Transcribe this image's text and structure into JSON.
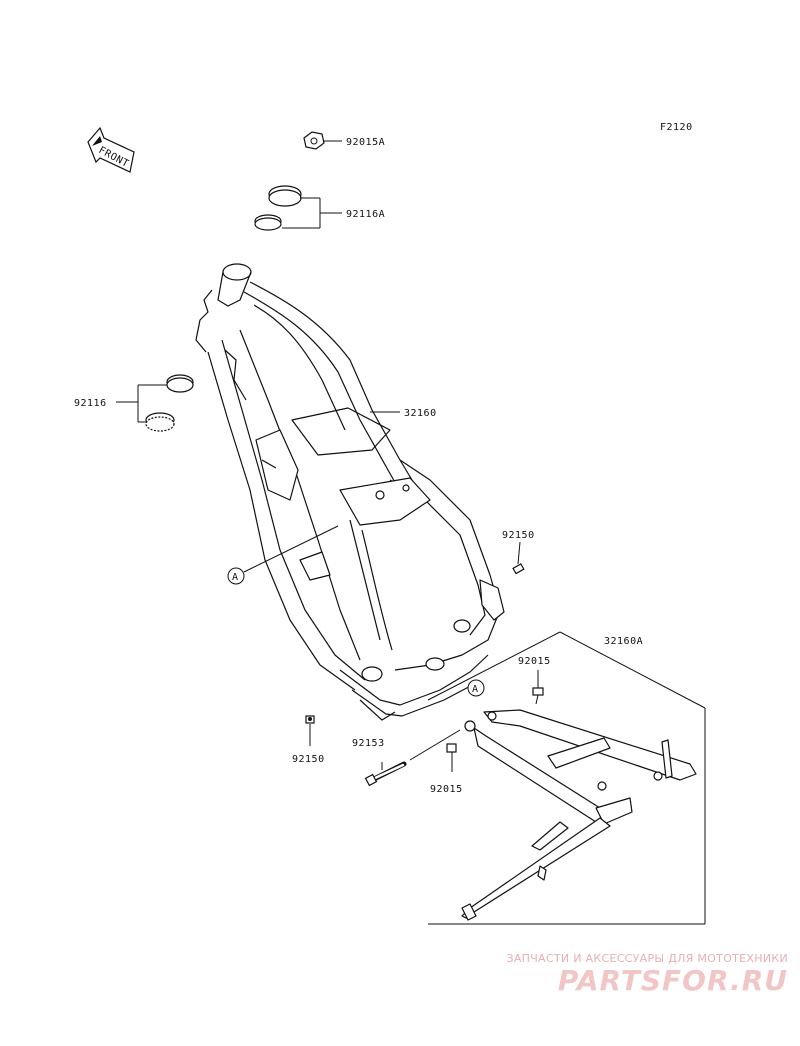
{
  "diagram_code": "F2120",
  "front_label": "FRONT",
  "callouts": {
    "nut_a": "92015A",
    "seal_a": "92116A",
    "seal_lower": "92116",
    "frame": "32160",
    "bolt_right": "92150",
    "bolt_left": "92150",
    "subframe": "32160A",
    "bolt_sub_top": "92015",
    "bolt_sub_bottom": "92015",
    "long_bolt": "92153",
    "ref_a_main": "A",
    "ref_a_sub": "A"
  },
  "watermark": {
    "tagline": "ЗАПЧАСТИ И АКСЕССУАРЫ ДЛЯ МОТОТЕХНИКИ",
    "logo": "PARTSFOR.RU",
    "color": "#f2c6c6"
  }
}
